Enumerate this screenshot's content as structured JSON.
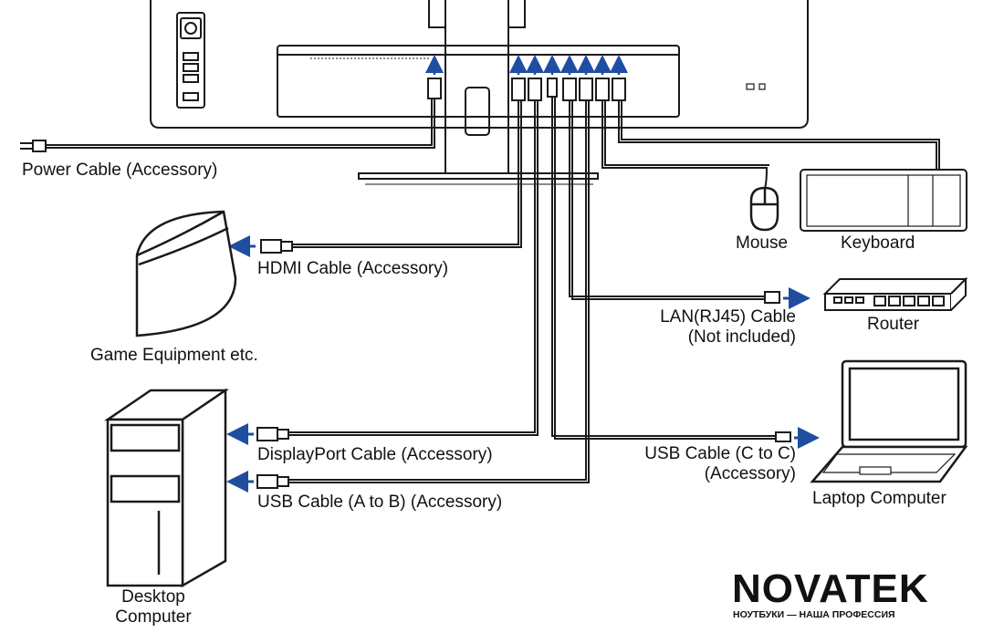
{
  "labels": {
    "power_cable": "Power Cable (Accessory)",
    "hdmi_cable": "HDMI Cable (Accessory)",
    "game_equipment": "Game Equipment etc.",
    "displayport_cable": "DisplayPort Cable (Accessory)",
    "usb_a_to_b_cable": "USB Cable (A to B) (Accessory)",
    "desktop_line1": "Desktop",
    "desktop_line2": "Computer",
    "mouse": "Mouse",
    "keyboard": "Keyboard",
    "router": "Router",
    "lan_line1": "LAN(RJ45) Cable",
    "lan_line2": "(Not included)",
    "usb_c_line1": "USB Cable (C to C)",
    "usb_c_line2": "(Accessory)",
    "laptop": "Laptop Computer"
  },
  "logo": {
    "name": "NOVATEK",
    "tagline": "НОУТБУКИ — НАША ПРОФЕССИЯ"
  },
  "colors": {
    "line": "#1a1a1a",
    "arrow": "#1f4ea1",
    "background": "#ffffff"
  }
}
